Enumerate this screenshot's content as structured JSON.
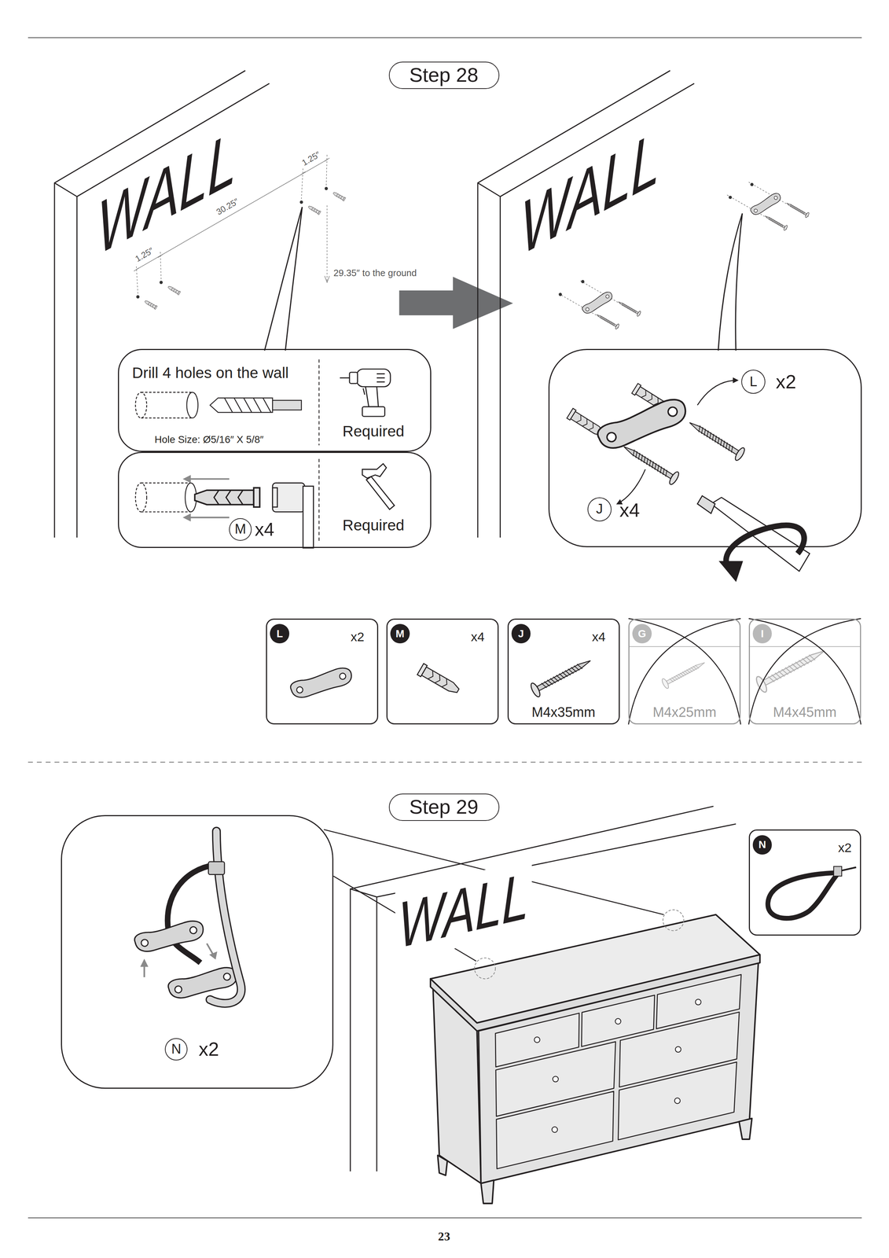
{
  "diagram": {
    "nodes": [
      {
        "text": [
          "Step 28"
        ]
      },
      {
        "text": [
          "Drill 4 holes on the wall",
          "Hole Size: Ø5/16″ X 5/8″",
          "Required"
        ]
      },
      {
        "text": [
          "x4",
          "Required"
        ]
      },
      {
        "text": [
          "M"
        ],
        "in": 2
      },
      {
        "text": [
          "x2",
          "x4"
        ]
      },
      {
        "text": [
          "L"
        ],
        "in": 4
      },
      {
        "text": [
          "J"
        ],
        "in": 4
      },
      {
        "text": [
          "x2"
        ]
      },
      {
        "text": [
          "L"
        ],
        "in": 7
      },
      {
        "text": [
          "x4"
        ]
      },
      {
        "text": [
          "M"
        ],
        "in": 9
      },
      {
        "text": [
          "x4",
          "M4x35mm"
        ]
      },
      {
        "text": [
          "J"
        ],
        "in": 11
      },
      {
        "text": [
          "M4x25mm"
        ]
      },
      {
        "text": [
          "G"
        ],
        "in": 13
      },
      {
        "text": [
          "M4x45mm"
        ]
      },
      {
        "text": [
          "I"
        ],
        "in": 15
      },
      {
        "text": [
          "Step 29"
        ]
      },
      {
        "text": [
          "x2"
        ]
      },
      {
        "text": [
          "N"
        ],
        "in": 18
      },
      {
        "text": [
          "x2"
        ]
      },
      {
        "text": [
          "N"
        ],
        "in": 20
      }
    ],
    "labels": [
      "WALL",
      "1.25″",
      "30.25″",
      "1.25″",
      "29.35″ to the ground",
      "WALL",
      "WALL",
      "23"
    ]
  }
}
